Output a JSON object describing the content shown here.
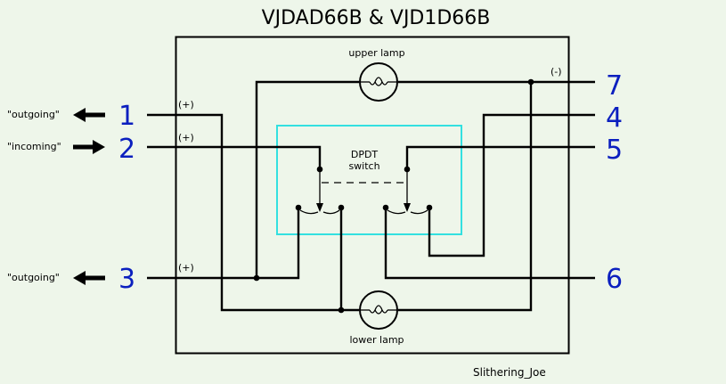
{
  "title": "VJDAD66B & VJD1D66B",
  "colors": {
    "background": "#eef6ea",
    "wire": "#000000",
    "switch_box": "#33e0e0",
    "terminal_numbers": "#0b1fbf"
  },
  "labels": {
    "upper_lamp": "upper lamp",
    "lower_lamp": "lower lamp",
    "switch_line1": "DPDT",
    "switch_line2": "switch",
    "credit": "Slithering_Joe"
  },
  "polarity": {
    "t1": "(+)",
    "t2": "(+)",
    "t3": "(+)",
    "t7": "(-)"
  },
  "terminals_left": [
    {
      "number": "1",
      "label": "\"outgoing\"",
      "arrow": "left"
    },
    {
      "number": "2",
      "label": "\"incoming\"",
      "arrow": "right"
    },
    {
      "number": "3",
      "label": "\"outgoing\"",
      "arrow": "left"
    }
  ],
  "terminals_right": [
    {
      "number": "7"
    },
    {
      "number": "4"
    },
    {
      "number": "5"
    },
    {
      "number": "6"
    }
  ],
  "icons": [
    "lamp-icon",
    "arrow-left-icon",
    "arrow-right-icon",
    "switch-contact-icon"
  ]
}
